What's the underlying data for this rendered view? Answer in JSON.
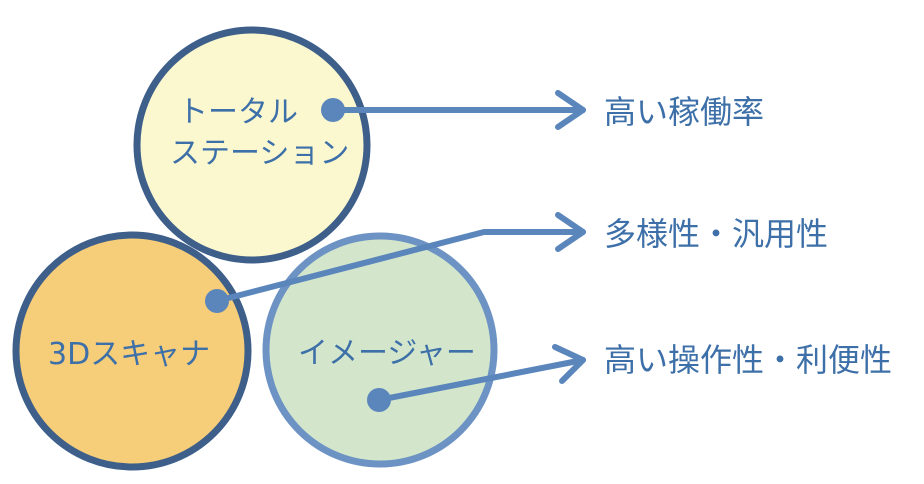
{
  "diagram": {
    "nodes": [
      {
        "id": "total-station",
        "lines": [
          "トータル",
          "ステーション"
        ],
        "fill": "#fbf8cf"
      },
      {
        "id": "3d-scanner",
        "lines": [
          "3Dスキャナ"
        ],
        "fill": "#f6cd79"
      },
      {
        "id": "imager",
        "lines": [
          "イメージャー"
        ],
        "fill": "#d3e6cb"
      }
    ],
    "benefits": [
      {
        "id": "high-uptime",
        "label": "高い稼働率"
      },
      {
        "id": "versatility",
        "label": "多様性・汎用性"
      },
      {
        "id": "usability",
        "label": "高い操作性・利便性"
      }
    ],
    "colors": {
      "stroke_dark": "#3d5f8a",
      "stroke_light": "#6c93c3",
      "arrow": "#5b86bc",
      "text": "#3d6fa8"
    }
  }
}
